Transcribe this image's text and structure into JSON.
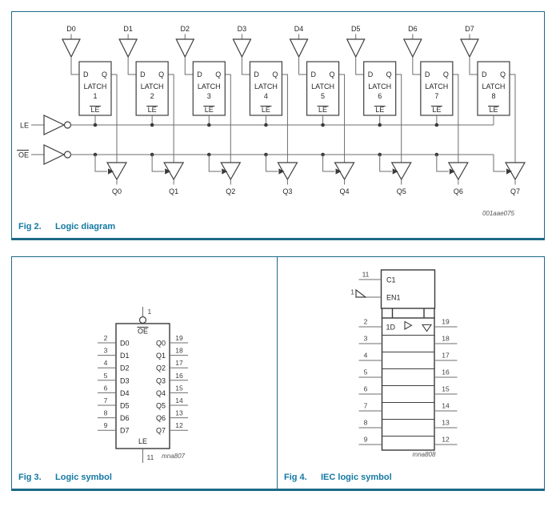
{
  "colors": {
    "box_border": "#1d6a87",
    "caption": "#1478a3",
    "wire": "#6e6e6e",
    "shape": "#3f3f3f",
    "text": "#262626"
  },
  "fig2": {
    "caption_label": "Fig 2.",
    "caption_text": "Logic diagram",
    "watermark": "001aae075",
    "le_input_label": "LE",
    "oe_input_label": "OE",
    "latch_word": "LATCH",
    "d_port": "D",
    "q_port": "Q",
    "le_port": "LE",
    "latches": [
      {
        "num": "1",
        "d": "D0",
        "q": "Q0"
      },
      {
        "num": "2",
        "d": "D1",
        "q": "Q1"
      },
      {
        "num": "3",
        "d": "D2",
        "q": "Q2"
      },
      {
        "num": "4",
        "d": "D3",
        "q": "Q3"
      },
      {
        "num": "5",
        "d": "D4",
        "q": "Q4"
      },
      {
        "num": "6",
        "d": "D5",
        "q": "Q5"
      },
      {
        "num": "7",
        "d": "D6",
        "q": "Q6"
      },
      {
        "num": "8",
        "d": "D7",
        "q": "Q7"
      }
    ]
  },
  "fig3": {
    "caption_label": "Fig 3.",
    "caption_text": "Logic symbol",
    "watermark": "mna807",
    "oe_pin": "1",
    "oe_label": "OE",
    "le_label": "LE",
    "le_pin": "11",
    "rows": [
      {
        "pin_left": "2",
        "d": "D0",
        "q": "Q0",
        "pin_right": "19"
      },
      {
        "pin_left": "3",
        "d": "D1",
        "q": "Q1",
        "pin_right": "18"
      },
      {
        "pin_left": "4",
        "d": "D2",
        "q": "Q2",
        "pin_right": "17"
      },
      {
        "pin_left": "5",
        "d": "D3",
        "q": "Q3",
        "pin_right": "16"
      },
      {
        "pin_left": "6",
        "d": "D4",
        "q": "Q4",
        "pin_right": "15"
      },
      {
        "pin_left": "7",
        "d": "D5",
        "q": "Q5",
        "pin_right": "14"
      },
      {
        "pin_left": "8",
        "d": "D6",
        "q": "Q6",
        "pin_right": "13"
      },
      {
        "pin_left": "9",
        "d": "D7",
        "q": "Q7",
        "pin_right": "12"
      }
    ]
  },
  "fig4": {
    "caption_label": "Fig 4.",
    "caption_text": "IEC logic symbol",
    "watermark": "mna808",
    "c1_pin": "11",
    "c1_label": "C1",
    "en_pin": "1",
    "en_label": "EN1",
    "first_cell_label": "1D",
    "rows": [
      {
        "pin_left": "2",
        "pin_right": "19"
      },
      {
        "pin_left": "3",
        "pin_right": "18"
      },
      {
        "pin_left": "4",
        "pin_right": "17"
      },
      {
        "pin_left": "5",
        "pin_right": "16"
      },
      {
        "pin_left": "6",
        "pin_right": "15"
      },
      {
        "pin_left": "7",
        "pin_right": "14"
      },
      {
        "pin_left": "8",
        "pin_right": "13"
      },
      {
        "pin_left": "9",
        "pin_right": "12"
      }
    ]
  }
}
